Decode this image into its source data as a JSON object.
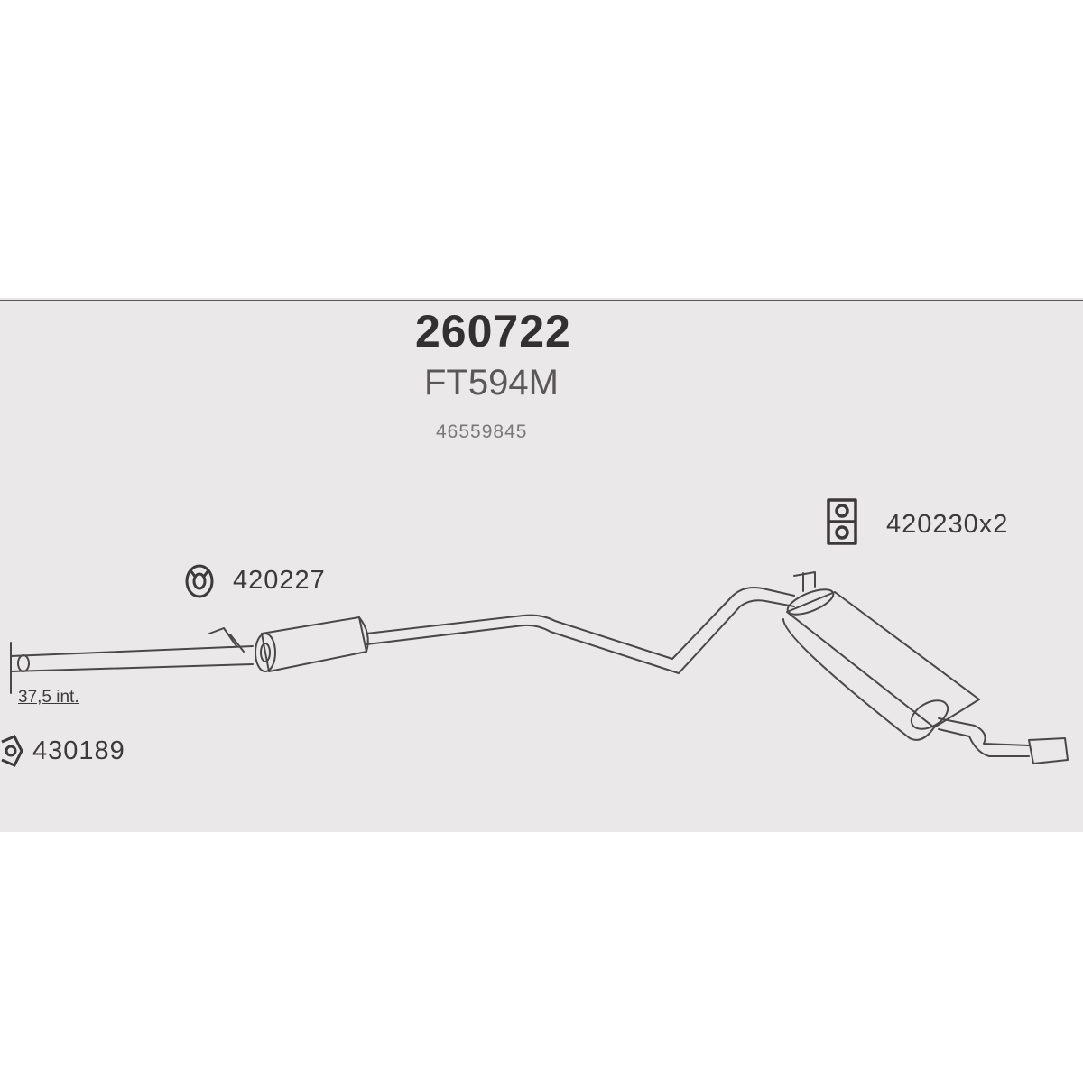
{
  "header": {
    "part_number": "260722",
    "model_code": "FT594M",
    "oem_code": "46559845"
  },
  "parts": {
    "clamp": {
      "code": "420227",
      "icon": "clamp-icon"
    },
    "rubber_hanger": {
      "code": "420230x2",
      "icon": "rubber-hanger-icon"
    },
    "gasket": {
      "code": "430189",
      "icon": "gasket-icon"
    }
  },
  "dimensions": {
    "inlet_diameter": "37,5 int."
  },
  "colors": {
    "sheet": "#ebe8ea",
    "ink": "#3c393b",
    "background": "#ffffff"
  }
}
